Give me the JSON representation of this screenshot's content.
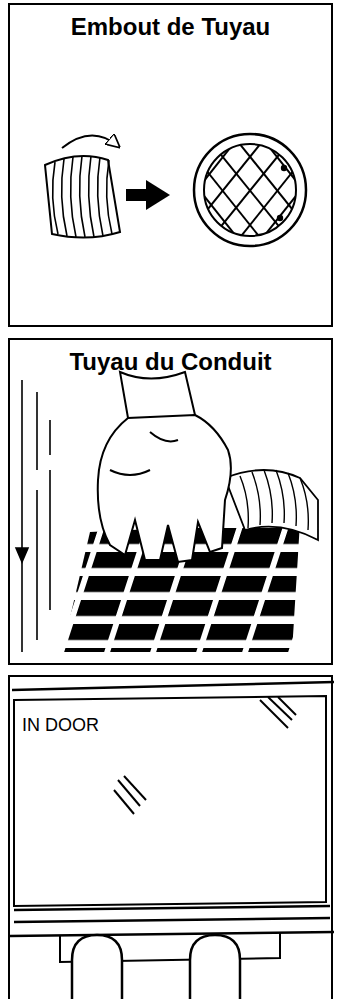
{
  "diagram": {
    "nodes": [
      {
        "text": [
          "Embout de Tuyau"
        ]
      },
      {
        "text": [
          "Tuyau du Conduit"
        ]
      },
      {
        "text": [
          "IN DOOR"
        ]
      }
    ]
  }
}
